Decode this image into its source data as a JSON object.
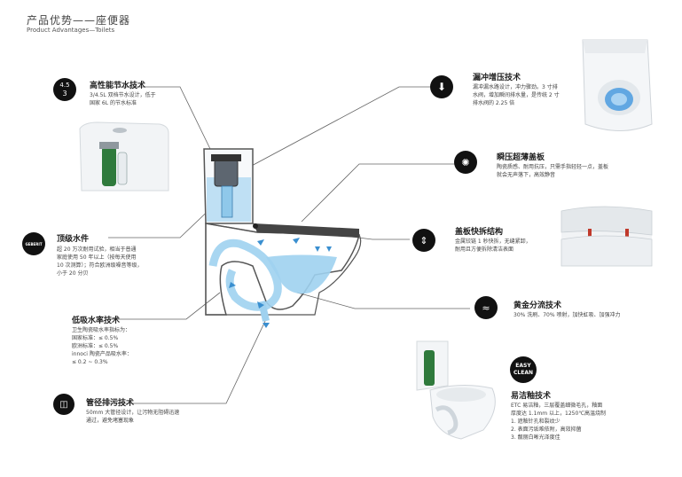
{
  "header": {
    "title": "产品优势——座便器",
    "subtitle": "Product Advantages—Toilets"
  },
  "features": {
    "water_saving": {
      "icon_top": "4.5",
      "icon_bottom": "3",
      "title": "高性能节水技术",
      "desc": [
        "3/4.5L 双档节水设计，低于",
        "国家 6L 的节水标准"
      ]
    },
    "tank_fittings": {
      "icon_label": "GEBERIT",
      "title": "顶级水件",
      "desc": [
        "超 20 万次耐用试验，相当于普通",
        "家庭使用 50 年以上（按每天使用",
        "10 次测算）；符合欧洲级噪音等级，",
        "小于 20 分贝"
      ]
    },
    "low_absorption": {
      "title": "低吸水率技术",
      "desc": [
        "卫生陶瓷吸水率指标为：",
        "国家标准：≤ 0.5%",
        "欧洲标准：≤ 0.5%",
        "innoci 陶瓷产品吸水率：",
        "≤ 0.2 ~ 0.3%"
      ]
    },
    "drain_pipe": {
      "title": "管径排污技术",
      "desc": [
        "50mm 大管径设计，让污物无阻碍迅速",
        "通过，避免堵塞现象"
      ]
    },
    "flush_pressure": {
      "title": "漏冲增压技术",
      "desc": [
        "漏冲漏水路设计，冲力骤劲。3 寸排",
        "水阀，增加瞬间排水量，是传统 2 寸",
        "排水阀的 2.25 倍"
      ]
    },
    "thin_lid": {
      "title": "瞬压超薄盖板",
      "desc": [
        "陶瓷质感、耐用抗压，只需手指轻轻一点，盖板",
        "就会无声落下，高效静音"
      ]
    },
    "quick_release": {
      "title": "盖板快拆结构",
      "desc": [
        "金属铰链 1 秒快拆，无缝紧卸，",
        "耐用且方便拆除清洁表面"
      ]
    },
    "golden_flow": {
      "title": "黄金分流技术",
      "desc": [
        "30% 洗刷、70% 喷射，加快虹吸、加强冲力"
      ]
    },
    "easy_clean": {
      "icon_line1": "EASY",
      "icon_line2": "CLEAN",
      "title": "易洁釉技术",
      "desc": [
        "ETC 易洁釉，三层覆盖细微毛孔，釉面",
        "厚度达 1.1mm 以上，1250℃高温烧制",
        "1. 遮釉针孔和裂纹少",
        "2. 表面污垢难依附，高效抑菌",
        "3. 靓丽白晰光泽度佳"
      ]
    }
  },
  "colors": {
    "icon_bg": "#111111",
    "water": "#7ec3ea",
    "water_dark": "#4aa3dc",
    "outline": "#555555",
    "leader": "#666666"
  }
}
